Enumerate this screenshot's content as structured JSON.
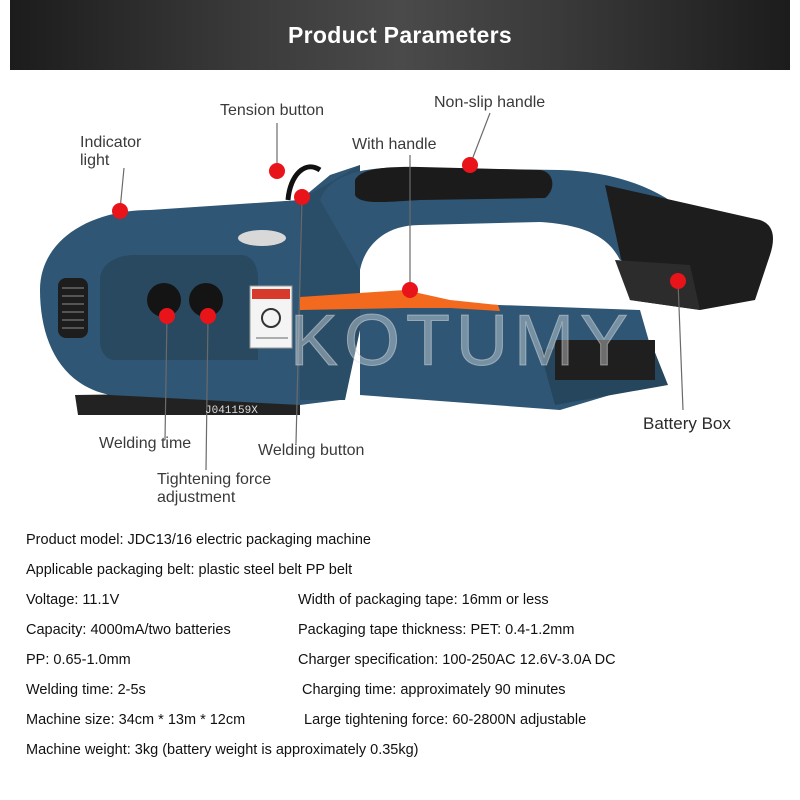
{
  "header": {
    "title": "Product Parameters"
  },
  "watermark": "KOTUMY",
  "machine": {
    "model_plate": "J041159X"
  },
  "callouts": {
    "indicator_light": "Indicator\nlight",
    "tension_button": "Tension button",
    "non_slip_handle": "Non-slip handle",
    "with_handle": "With handle",
    "battery_box": "Battery Box",
    "welding_time": "Welding time",
    "welding_button": "Welding button",
    "tightening_force": "Tightening force\nadjustment"
  },
  "specs": [
    {
      "left": "Product model: JDC13/16 electric packaging machine",
      "right": ""
    },
    {
      "left": "Applicable packaging belt: plastic steel belt PP belt",
      "right": ""
    },
    {
      "left": "Voltage: 11.1V",
      "right": "Width of packaging tape: 16mm or less"
    },
    {
      "left": "Capacity: 4000mA/two batteries",
      "right": "Packaging tape thickness: PET: 0.4-1.2mm"
    },
    {
      "left": "PP: 0.65-1.0mm",
      "right": "Charger specification: 100-250AC 12.6V-3.0A DC"
    },
    {
      "left": "Welding time: 2-5s",
      "right": "Charging time: approximately 90 minutes"
    },
    {
      "left": "Machine size: 34cm * 13m * 12cm",
      "right": "Large tightening force: 60-2800N adjustable"
    },
    {
      "left": "Machine weight: 3kg (battery weight is approximately 0.35kg)",
      "right": ""
    }
  ],
  "colors": {
    "body_blue": "#2f5674",
    "body_dark": "#1f3d55",
    "handle_black": "#1b1b1b",
    "lever_orange": "#f36a1f",
    "marker_red": "#e8141a"
  }
}
